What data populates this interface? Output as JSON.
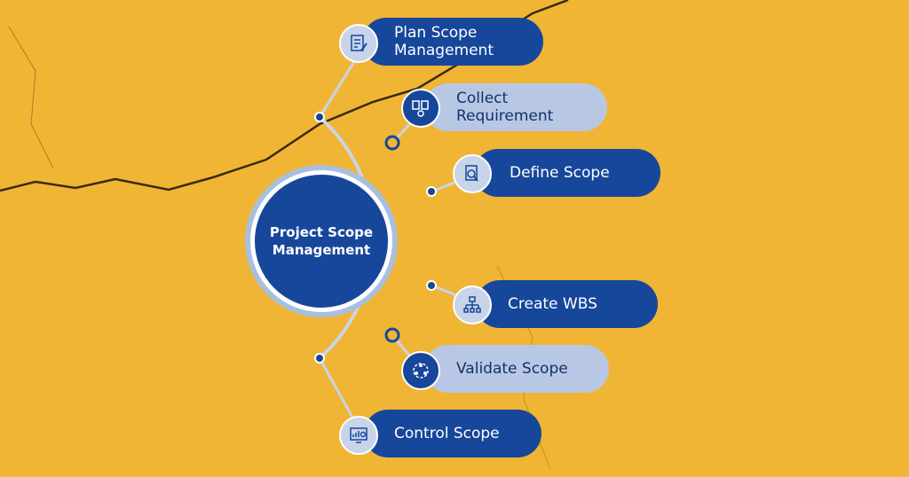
{
  "hub": {
    "title": "Project Scope Management"
  },
  "steps": [
    {
      "label": "Plan Scope\nManagement",
      "icon": "checklist-pencil-icon",
      "style": "dark"
    },
    {
      "label": "Collect\nRequirement",
      "icon": "documents-gear-icon",
      "style": "light"
    },
    {
      "label": "Define Scope",
      "icon": "document-magnifier-icon",
      "style": "dark"
    },
    {
      "label": "Create WBS",
      "icon": "hierarchy-chart-icon",
      "style": "dark"
    },
    {
      "label": "Validate Scope",
      "icon": "process-check-icon",
      "style": "light"
    },
    {
      "label": "Control Scope",
      "icon": "monitor-chart-gear-icon",
      "style": "dark"
    }
  ],
  "colors": {
    "background": "#f0b534",
    "navy": "#17479b",
    "light_blue": "#b8c8e4",
    "connector": "#c9d4e6"
  }
}
